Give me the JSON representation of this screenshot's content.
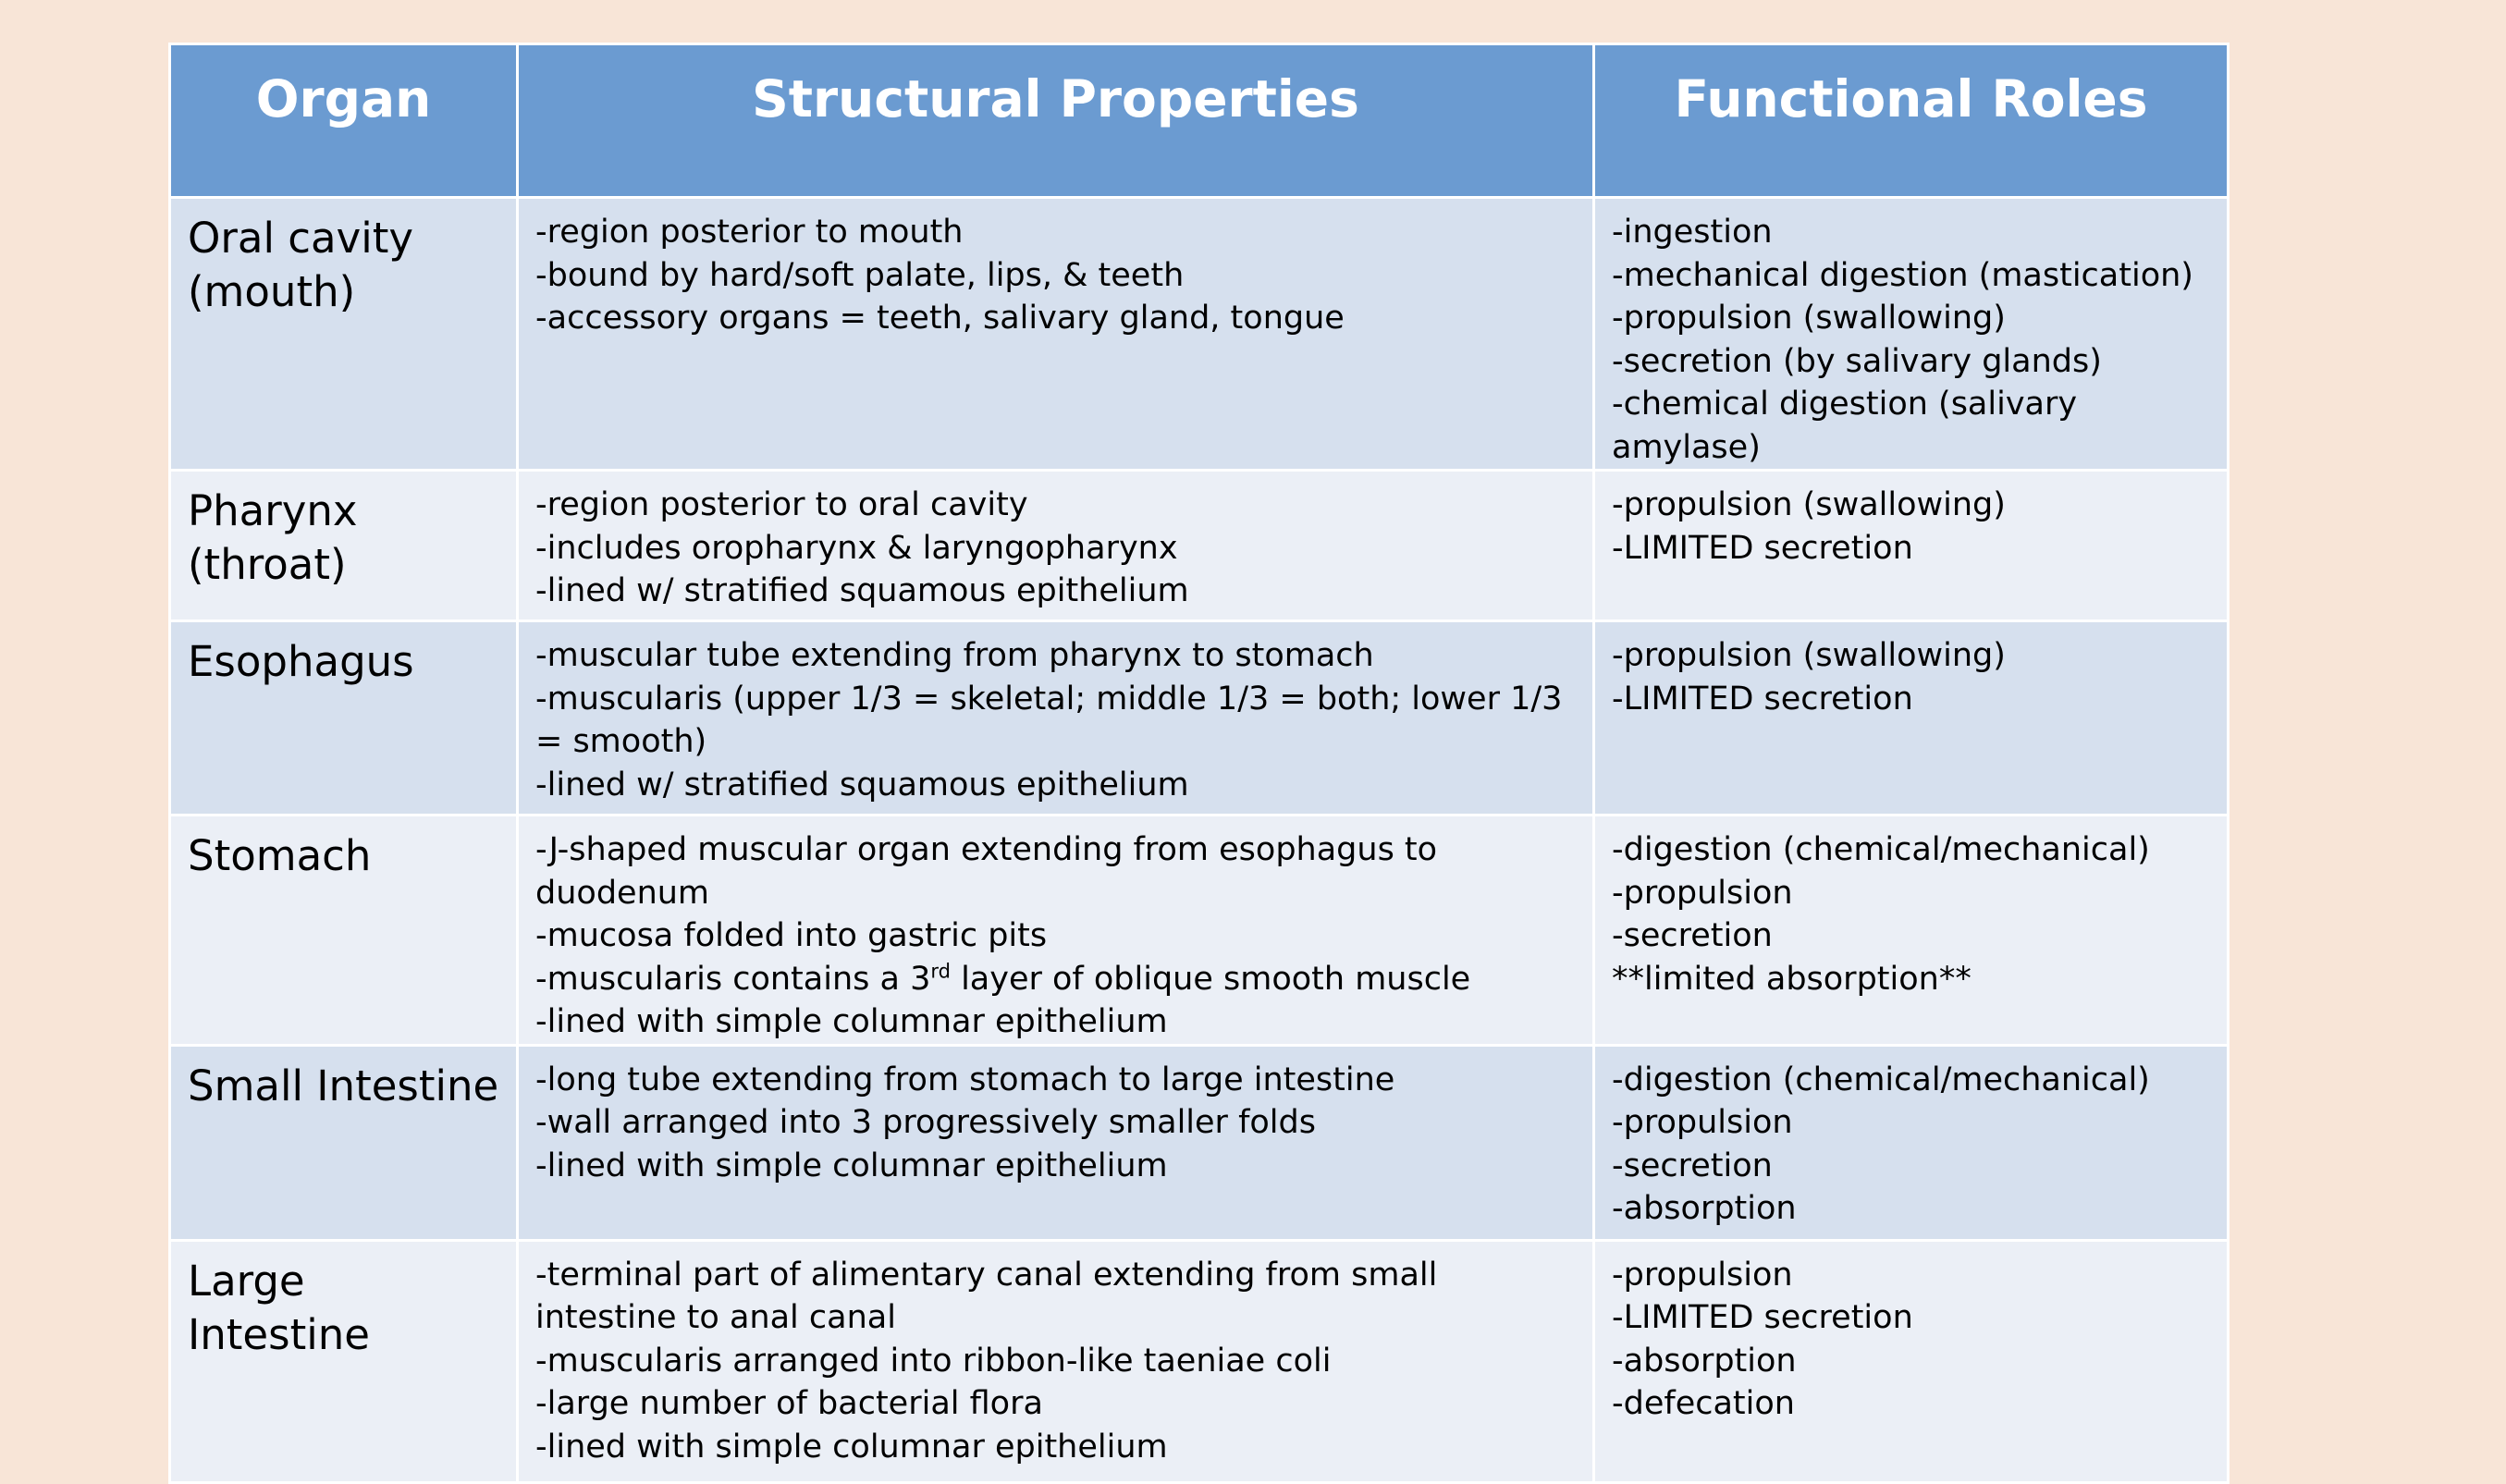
{
  "table": {
    "headers": [
      "Organ",
      "Structural Properties",
      "Functional Roles"
    ],
    "rows": [
      {
        "organ": [
          "Oral cavity",
          "(mouth)"
        ],
        "structural": [
          "-region posterior to mouth",
          "-bound by hard/soft palate, lips, & teeth",
          "-accessory organs = teeth, salivary gland, tongue"
        ],
        "functional": [
          "-ingestion",
          "-mechanical digestion (mastication)",
          "-propulsion (swallowing)",
          "-secretion (by salivary glands)",
          "-chemical digestion (salivary amylase)"
        ]
      },
      {
        "organ": [
          "Pharynx",
          "(throat)"
        ],
        "structural": [
          "-region posterior to oral cavity",
          "-includes oropharynx & laryngopharynx",
          "-lined w/ stratified squamous epithelium"
        ],
        "functional": [
          "-propulsion (swallowing)",
          "-LIMITED secretion"
        ]
      },
      {
        "organ": [
          "Esophagus"
        ],
        "structural": [
          "-muscular tube extending from pharynx to stomach",
          "-muscularis (upper 1/3 = skeletal; middle 1/3 = both; lower 1/3 = smooth)",
          "-lined w/ stratified squamous epithelium"
        ],
        "functional": [
          "-propulsion (swallowing)",
          "-LIMITED secretion"
        ]
      },
      {
        "organ": [
          "Stomach"
        ],
        "structural": [
          "-J-shaped muscular organ extending from esophagus to duodenum",
          "-mucosa folded into gastric pits",
          "-lined with simple columnar epithelium"
        ],
        "structural_special": {
          "before": "-muscularis contains a 3",
          "sup": "rd",
          "after": " layer of oblique smooth muscle"
        },
        "functional": [
          "-digestion (chemical/mechanical)",
          "-propulsion",
          "-secretion",
          "**limited absorption**"
        ]
      },
      {
        "organ": [
          "Small Intestine"
        ],
        "structural": [
          "-long tube extending from stomach to large intestine",
          "-wall arranged into 3 progressively smaller folds",
          "-lined with simple columnar epithelium"
        ],
        "functional": [
          "-digestion (chemical/mechanical)",
          "-propulsion",
          "-secretion",
          "-absorption"
        ]
      },
      {
        "organ": [
          "Large Intestine"
        ],
        "structural": [
          "-terminal part of alimentary canal extending from small intestine to anal canal",
          "-muscularis arranged into ribbon-like taeniae coli",
          "-large number of bacterial flora",
          "-lined with simple columnar epithelium"
        ],
        "functional": [
          "-propulsion",
          "-LIMITED secretion",
          "-absorption",
          "-defecation"
        ]
      }
    ]
  }
}
